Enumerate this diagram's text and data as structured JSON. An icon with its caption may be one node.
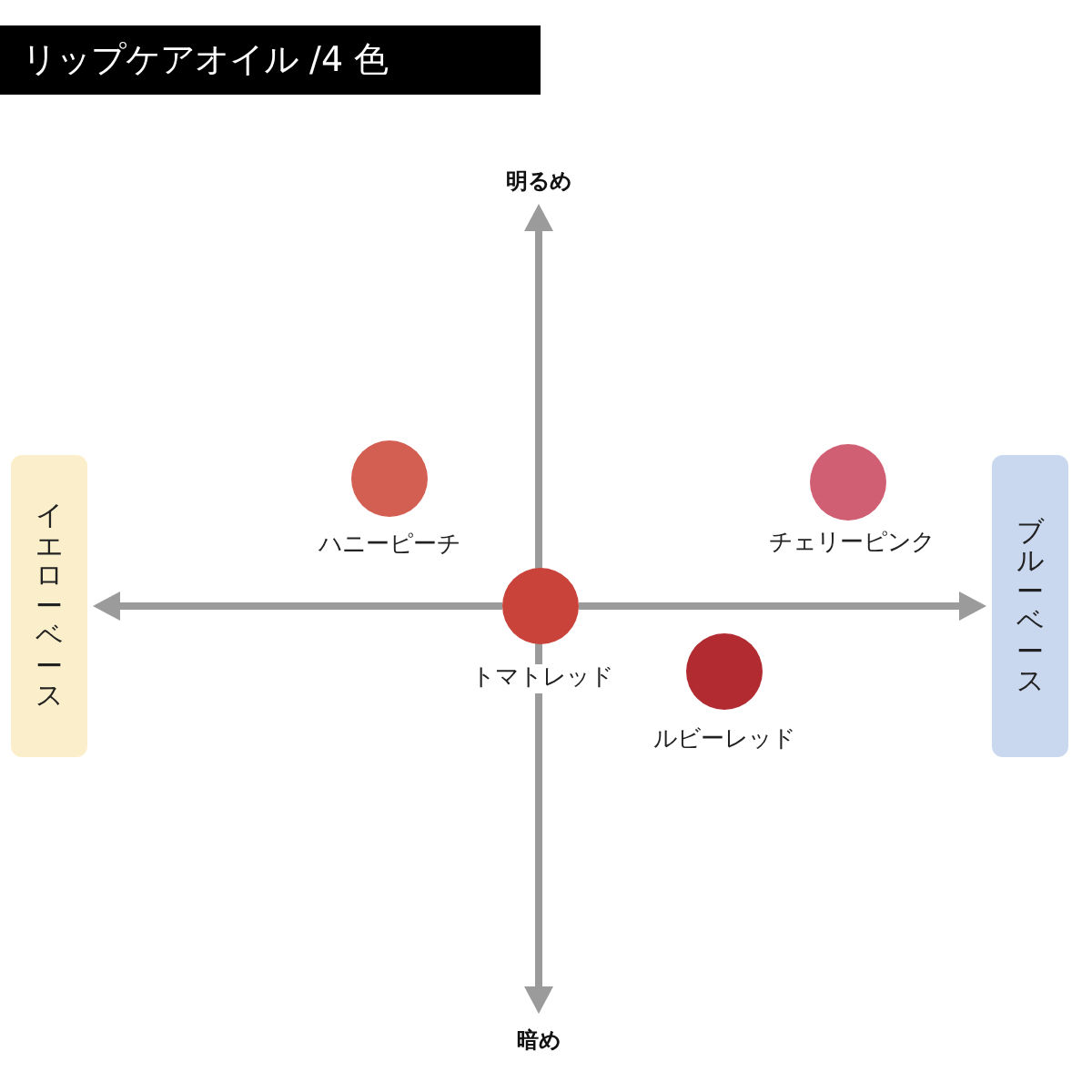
{
  "diagram": {
    "title": "リップケアオイル /4 色",
    "nodes": [
      {
        "text": [
          "イエローベース"
        ]
      },
      {
        "text": [],
        "shape": "circle",
        "beside": [
          "ハニーピーチ"
        ]
      },
      {
        "text": [],
        "shape": "circle",
        "beside": [
          "チェリーピンク"
        ]
      },
      {
        "text": [],
        "shape": "circle",
        "beside": [
          "トマトレッド"
        ]
      },
      {
        "text": [],
        "shape": "circle",
        "beside": [
          "ルビーレッド"
        ]
      },
      {
        "text": [
          "ブルーベース"
        ]
      }
    ],
    "edges": [
      {
        "from": 3,
        "to": 0,
        "arrow": "to"
      },
      {
        "from": 3,
        "to": 5,
        "arrow": "to"
      }
    ],
    "labels": [
      "明るめ",
      "暗め"
    ]
  }
}
